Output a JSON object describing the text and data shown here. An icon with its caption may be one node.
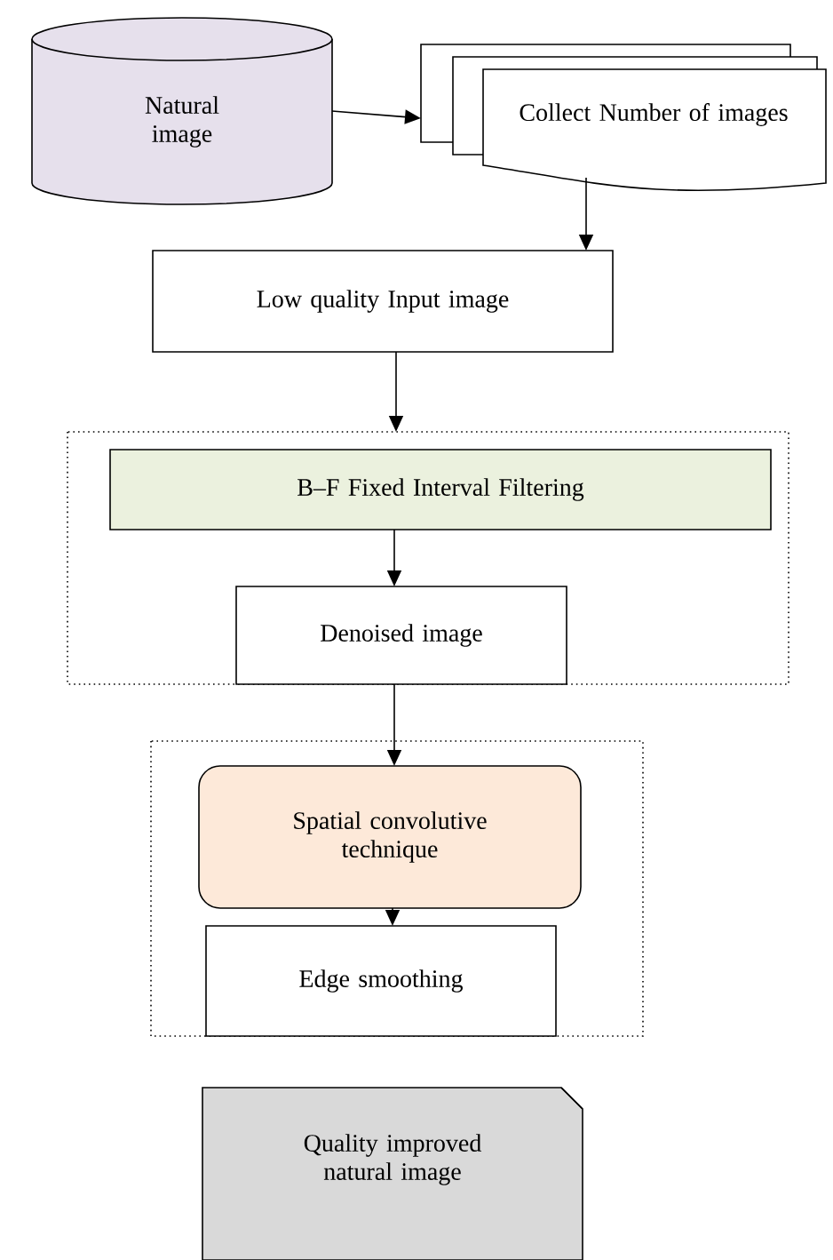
{
  "diagram": {
    "nodes": [
      {
        "text": [
          "Natural image"
        ]
      },
      {
        "text": [
          "Collect Number of images"
        ]
      },
      {
        "text": [
          "Low quality Input image"
        ]
      },
      {
        "text": [],
        "shape": "box"
      },
      {
        "text": [
          "B–F Fixed Interval Filtering"
        ],
        "in": 3
      },
      {
        "text": [
          "Denoised image"
        ],
        "in": 3
      },
      {
        "text": [],
        "shape": "box"
      },
      {
        "text": [
          "Spatial convolutive technique"
        ],
        "in": 6
      },
      {
        "text": [
          "Edge smoothing"
        ],
        "in": 6
      },
      {
        "text": [
          "Quality improved natural image"
        ]
      }
    ],
    "edges": [
      {
        "from": 0,
        "to": 1,
        "arrow": "to"
      },
      {
        "from": 1,
        "to": 2,
        "arrow": "to"
      },
      {
        "from": 2,
        "to": 3,
        "arrow": "to"
      },
      {
        "from": 4,
        "to": 5,
        "arrow": "to"
      },
      {
        "from": 5,
        "to": 7,
        "arrow": "to"
      },
      {
        "from": 7,
        "to": 8,
        "arrow": "to"
      }
    ]
  }
}
